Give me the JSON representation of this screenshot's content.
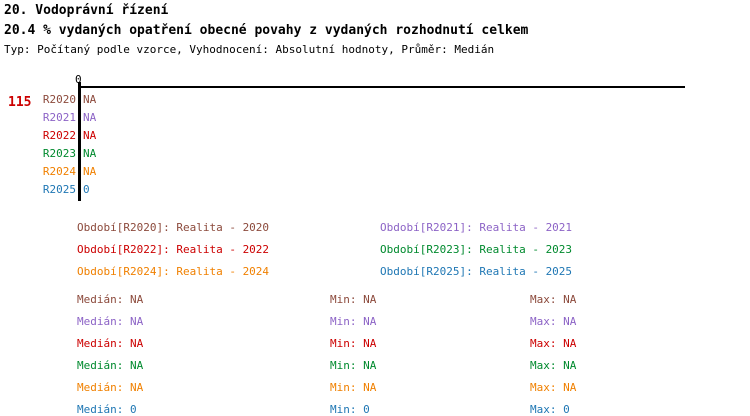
{
  "header": {
    "title": "20. Vodoprávní řízení",
    "subtitle": "20.4 % vydaných opatření obecné povahy z vydaných rozhodnutí celkem",
    "meta": "Typ: Počítaný podle vzorce, Vyhodnocení: Absolutní hodnoty, Průměr: Medián"
  },
  "badge": {
    "count": "115"
  },
  "axis": {
    "origin_label": "0"
  },
  "labels": {
    "median": "Medián:",
    "min": "Min:",
    "max": "Max:"
  },
  "chart_data": {
    "type": "bar",
    "title": "20.4 % vydaných opatření obecné povahy z vydaných rozhodnutí celkem",
    "xlabel": "",
    "ylabel": "",
    "xlim": [
      0,
      0
    ],
    "grid": false,
    "legend": "below-plot",
    "categories": [
      "R2020",
      "R2021",
      "R2022",
      "R2023",
      "R2024",
      "R2025"
    ],
    "values": [
      null,
      null,
      null,
      null,
      null,
      0
    ],
    "value_labels": [
      "NA",
      "NA",
      "NA",
      "NA",
      "NA",
      "0"
    ],
    "series": [
      {
        "key": "R2020",
        "name": "R2020",
        "color": "#8c4a3c",
        "value_label": "NA",
        "legend": "Období[R2020]: Realita - 2020",
        "median": "NA",
        "min": "NA",
        "max": "NA"
      },
      {
        "key": "R2021",
        "name": "R2021",
        "color": "#8c63c6",
        "value_label": "NA",
        "legend": "Období[R2021]: Realita - 2021",
        "median": "NA",
        "min": "NA",
        "max": "NA"
      },
      {
        "key": "R2022",
        "name": "R2022",
        "color": "#cc0000",
        "value_label": "NA",
        "legend": "Období[R2022]: Realita - 2022",
        "median": "NA",
        "min": "NA",
        "max": "NA"
      },
      {
        "key": "R2023",
        "name": "R2023",
        "color": "#008a2e",
        "value_label": "NA",
        "legend": "Období[R2023]: Realita - 2023",
        "median": "NA",
        "min": "NA",
        "max": "NA"
      },
      {
        "key": "R2024",
        "name": "R2024",
        "color": "#f08000",
        "value_label": "NA",
        "legend": "Období[R2024]: Realita - 2024",
        "median": "NA",
        "min": "NA",
        "max": "NA"
      },
      {
        "key": "R2025",
        "name": "R2025",
        "color": "#1f77b4",
        "value_label": "0",
        "legend": "Období[R2025]: Realita - 2025",
        "median": "0",
        "min": "0",
        "max": "0"
      }
    ]
  }
}
